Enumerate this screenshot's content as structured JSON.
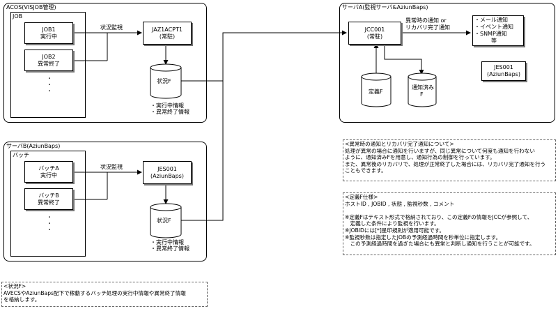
{
  "acos": {
    "title": "ACOS(VISJOB管理)",
    "job_group": "JOB",
    "job1": [
      "JOB1",
      "実行中"
    ],
    "job2": [
      "JOB2",
      "異常終了"
    ],
    "monitor_label": "状況監視",
    "agent": [
      "JAZ1ACPT1",
      "(常駐)"
    ],
    "status_file": "状況F",
    "info": [
      "・実行中情報",
      "・異常終了情報"
    ]
  },
  "server_b": {
    "title": "サーバB(AziunBaps)",
    "batch_group": "バッチ",
    "batch_a": [
      "バッチA",
      "実行中"
    ],
    "batch_b": [
      "バッチB",
      "異常終了"
    ],
    "monitor_label": "状況監視",
    "agent": [
      "JES001",
      "(AziunBaps)"
    ],
    "status_file": "状況F",
    "info": [
      "・実行中情報",
      "・異常終了情報"
    ]
  },
  "server_a": {
    "title": "サーバA(監視サーバ&AziunBaps)",
    "jcc": [
      "JCC001",
      "(常駐)"
    ],
    "notify_label": [
      "異常時の通知 or",
      "リカバリ完了通知"
    ],
    "outputs": [
      "・メール通知",
      "・イベント通知",
      "・SNMP通知",
      "等"
    ],
    "jes": [
      "JES001",
      "(AziunBaps)"
    ],
    "def_file": "定義F",
    "notified_file": [
      "通知済み",
      "F"
    ]
  },
  "notes": {
    "abnormal": [
      "<異常時の通知とリカバリ完了通知について>",
      "処理が異常の場合に通知を行いますが、同じ異常について何度も通知を行わない",
      "ように、通知済みFを用意し、通知行為の制御を行っています。",
      "また、異常後のリカバリで、処理が正常終了した場合には、リカバリ完了通知を行う",
      "こともできます。"
    ],
    "definition": [
      "<定義F仕様>",
      "ホストID , JOBID , 状態 , 監視秒数 , コメント",
      "",
      "※定義Fはテキスト形式で格納されており、この定義Fの情報をJCCが参照して、",
      "　定義した条件により監視を行います。",
      "※JOBIDには[*]星印規則が適用可能です。",
      "※監視秒数は指定したJOBの予測経過時間を秒単位に指定します。",
      "　この予測経過時間を過ぎた場合にも異常と判断し通知を行うことが可能です。"
    ],
    "status": [
      "<状況F>",
      "AVECSやAziunBaps配下で稼動するバッチ処理の実行中情報や異常終了情報",
      "を格納します。"
    ]
  }
}
